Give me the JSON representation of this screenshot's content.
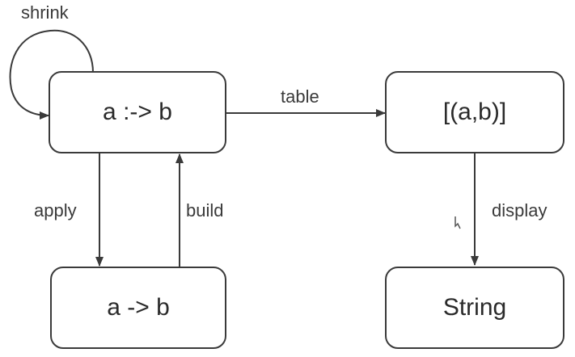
{
  "nodes": {
    "func": "a :-> b",
    "table": "[(a,b)]",
    "arrow": "a -> b",
    "string": "String"
  },
  "edges": {
    "shrink": "shrink",
    "table": "table",
    "apply": "apply",
    "build": "build",
    "display": "display"
  },
  "colors": {
    "stroke": "#3a3a3a",
    "text": "#2a2a2a",
    "background": "#ffffff"
  }
}
